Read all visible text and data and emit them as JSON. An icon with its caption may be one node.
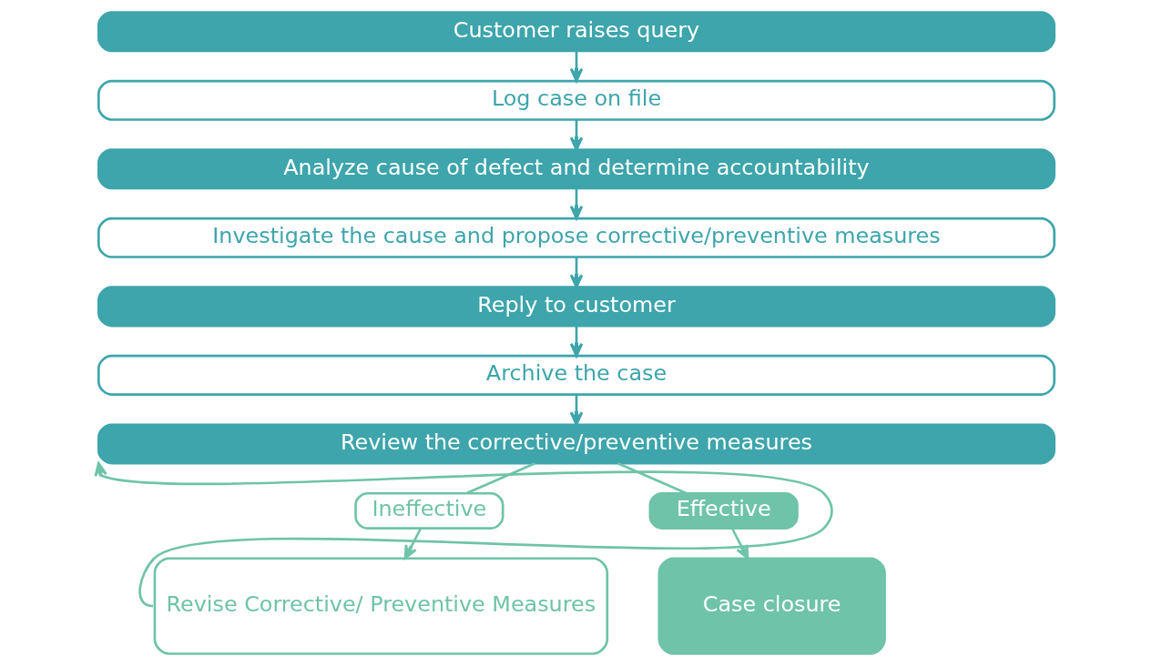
{
  "diagram": {
    "nodes": [
      {
        "text": [
          "Customer raises query"
        ]
      },
      {
        "text": [
          "Log case on file"
        ]
      },
      {
        "text": [
          "Analyze cause of defect and determine accountability"
        ]
      },
      {
        "text": [
          "Investigate the cause and propose corrective/preventive measures"
        ]
      },
      {
        "text": [
          "Reply to customer"
        ]
      },
      {
        "text": [
          "Archive the case"
        ]
      },
      {
        "text": [
          "Review the corrective/preventive measures"
        ]
      },
      {
        "text": [
          "Ineffective"
        ]
      },
      {
        "text": [
          "Effective"
        ]
      },
      {
        "text": [
          "Revise Corrective/ Preventive Measures"
        ]
      },
      {
        "text": [
          "Case closure"
        ]
      }
    ],
    "edges": [
      {
        "from": 0,
        "to": 1,
        "arrow": "to"
      },
      {
        "from": 1,
        "to": 2,
        "arrow": "to"
      },
      {
        "from": 2,
        "to": 3,
        "arrow": "to"
      },
      {
        "from": 3,
        "to": 4,
        "arrow": "to"
      },
      {
        "from": 4,
        "to": 5,
        "arrow": "to"
      },
      {
        "from": 5,
        "to": 6,
        "arrow": "to"
      },
      {
        "from": 6,
        "to": 7,
        "arrow": "none",
        "color": "#6fc3a8"
      },
      {
        "from": 7,
        "to": 9,
        "arrow": "to",
        "color": "#6fc3a8"
      },
      {
        "from": 6,
        "to": 8,
        "arrow": "none",
        "color": "#6fc3a8"
      },
      {
        "from": 8,
        "to": 10,
        "arrow": "to",
        "color": "#6fc3a8"
      },
      {
        "from": 9,
        "to": 6,
        "arrow": "to",
        "color": "#6fc3a8"
      }
    ]
  }
}
